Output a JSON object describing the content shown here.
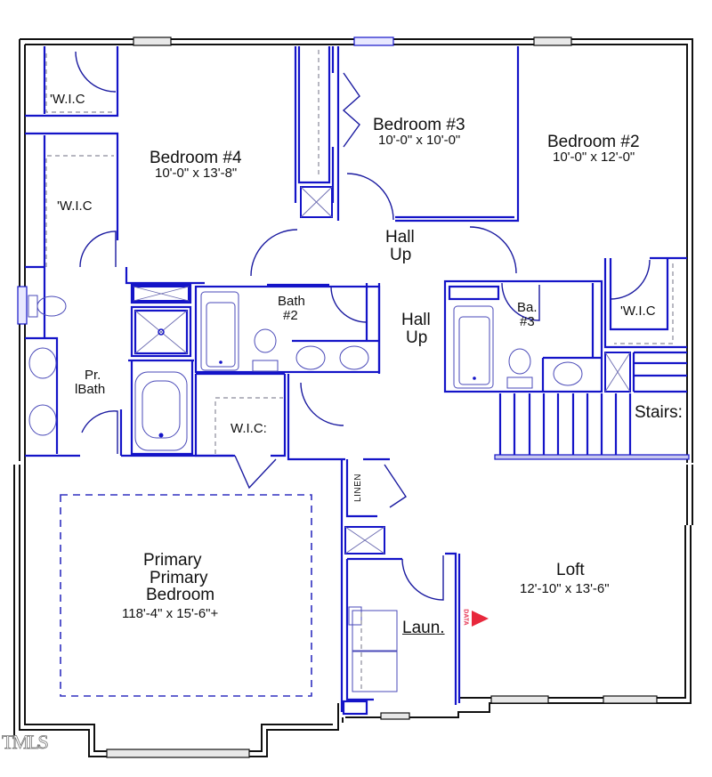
{
  "plan": {
    "type": "floor-plan",
    "level": "upper",
    "colors": {
      "exterior_wall": "#111111",
      "interior_wall": "#1414c8",
      "marker": "#e8283c"
    }
  },
  "rooms": {
    "bedroom4": {
      "name": "Bedroom #4",
      "dims": "10'-0\" x 13'-8\""
    },
    "bedroom3": {
      "name": "Bedroom #3",
      "dims": "10'-0\" x 10'-0\""
    },
    "bedroom2": {
      "name": "Bedroom #2",
      "dims": "10'-0\" x 12'-0\""
    },
    "hall_upper": {
      "line1": "Hall",
      "line2": "Up"
    },
    "hall_lower": {
      "line1": "Hall",
      "line2": "Up"
    },
    "bath2": {
      "line1": "Bath",
      "line2": "#2"
    },
    "bath3": {
      "line1": "Ba.",
      "line2": "#3"
    },
    "primary_bath": {
      "line1": "Pr.",
      "line2": "lBath"
    },
    "primary_bedroom": {
      "line1": "Primary",
      "line2": "Primary",
      "line3": "Bedroom",
      "dims": "118'-4\" x 15'-6\"+"
    },
    "loft": {
      "name": "Loft",
      "dims": "12'-10\" x 13'-6\""
    },
    "laundry": {
      "name": "Laun."
    },
    "stairs": {
      "name": "Stairs:"
    },
    "linen": {
      "name": "LINEN"
    },
    "wic_top_left": {
      "name": "'W.I.C"
    },
    "wic_mid_left": {
      "name": "'W.I.C"
    },
    "wic_primary": {
      "name": "W.I.C:"
    },
    "wic_bedroom2": {
      "name": "'W.I.C"
    }
  },
  "marker": {
    "label": "DATA"
  },
  "watermark": {
    "text": "TMLS"
  }
}
